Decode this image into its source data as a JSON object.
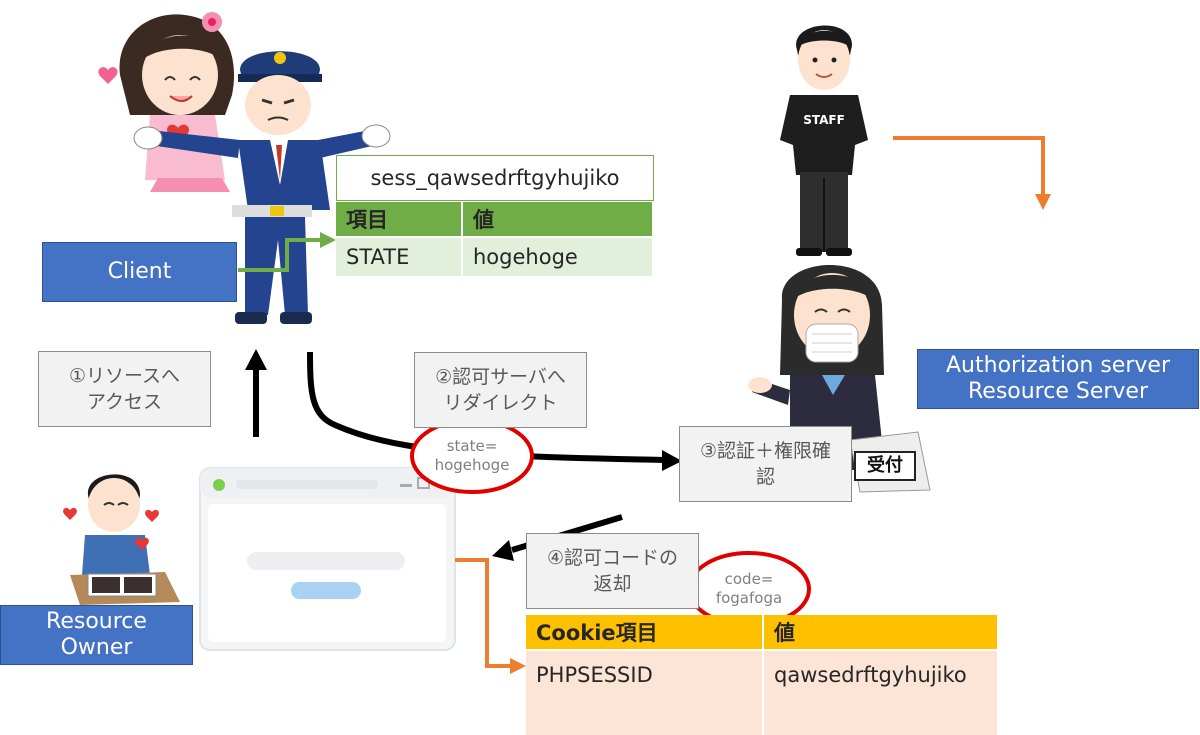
{
  "client": {
    "label": "Client"
  },
  "auth_server": {
    "line1": "Authorization server",
    "line2": "Resource Server"
  },
  "resource_owner": {
    "line1": "Resource",
    "line2": "Owner"
  },
  "steps": [
    {
      "text": "①リソースへ\nアクセス"
    },
    {
      "text": "②認可サーバへ\nリダイレクト"
    },
    {
      "text": "③認証＋権限確\n認"
    },
    {
      "text": "④認可コードの\n返却"
    }
  ],
  "bubbles": {
    "state": "state=\nhogehoge",
    "code": "code=\nfogafoga"
  },
  "session_table": {
    "title": "sess_qawsedrftgyhujiko",
    "headers": [
      "項目",
      "値"
    ],
    "rows": [
      [
        "STATE",
        "hogehoge"
      ]
    ]
  },
  "cookie_table": {
    "headers": [
      "Cookie項目",
      "値"
    ],
    "rows": [
      [
        "PHPSESSID",
        "qawsedrftgyhujiko"
      ]
    ]
  },
  "staff_shirt": "STAFF",
  "reception_sign": "受付",
  "colors": {
    "blue": "#4472c4",
    "green": "#70ad47",
    "orange": "#ed7d31",
    "yellow": "#ffc000",
    "red": "#e00000"
  }
}
